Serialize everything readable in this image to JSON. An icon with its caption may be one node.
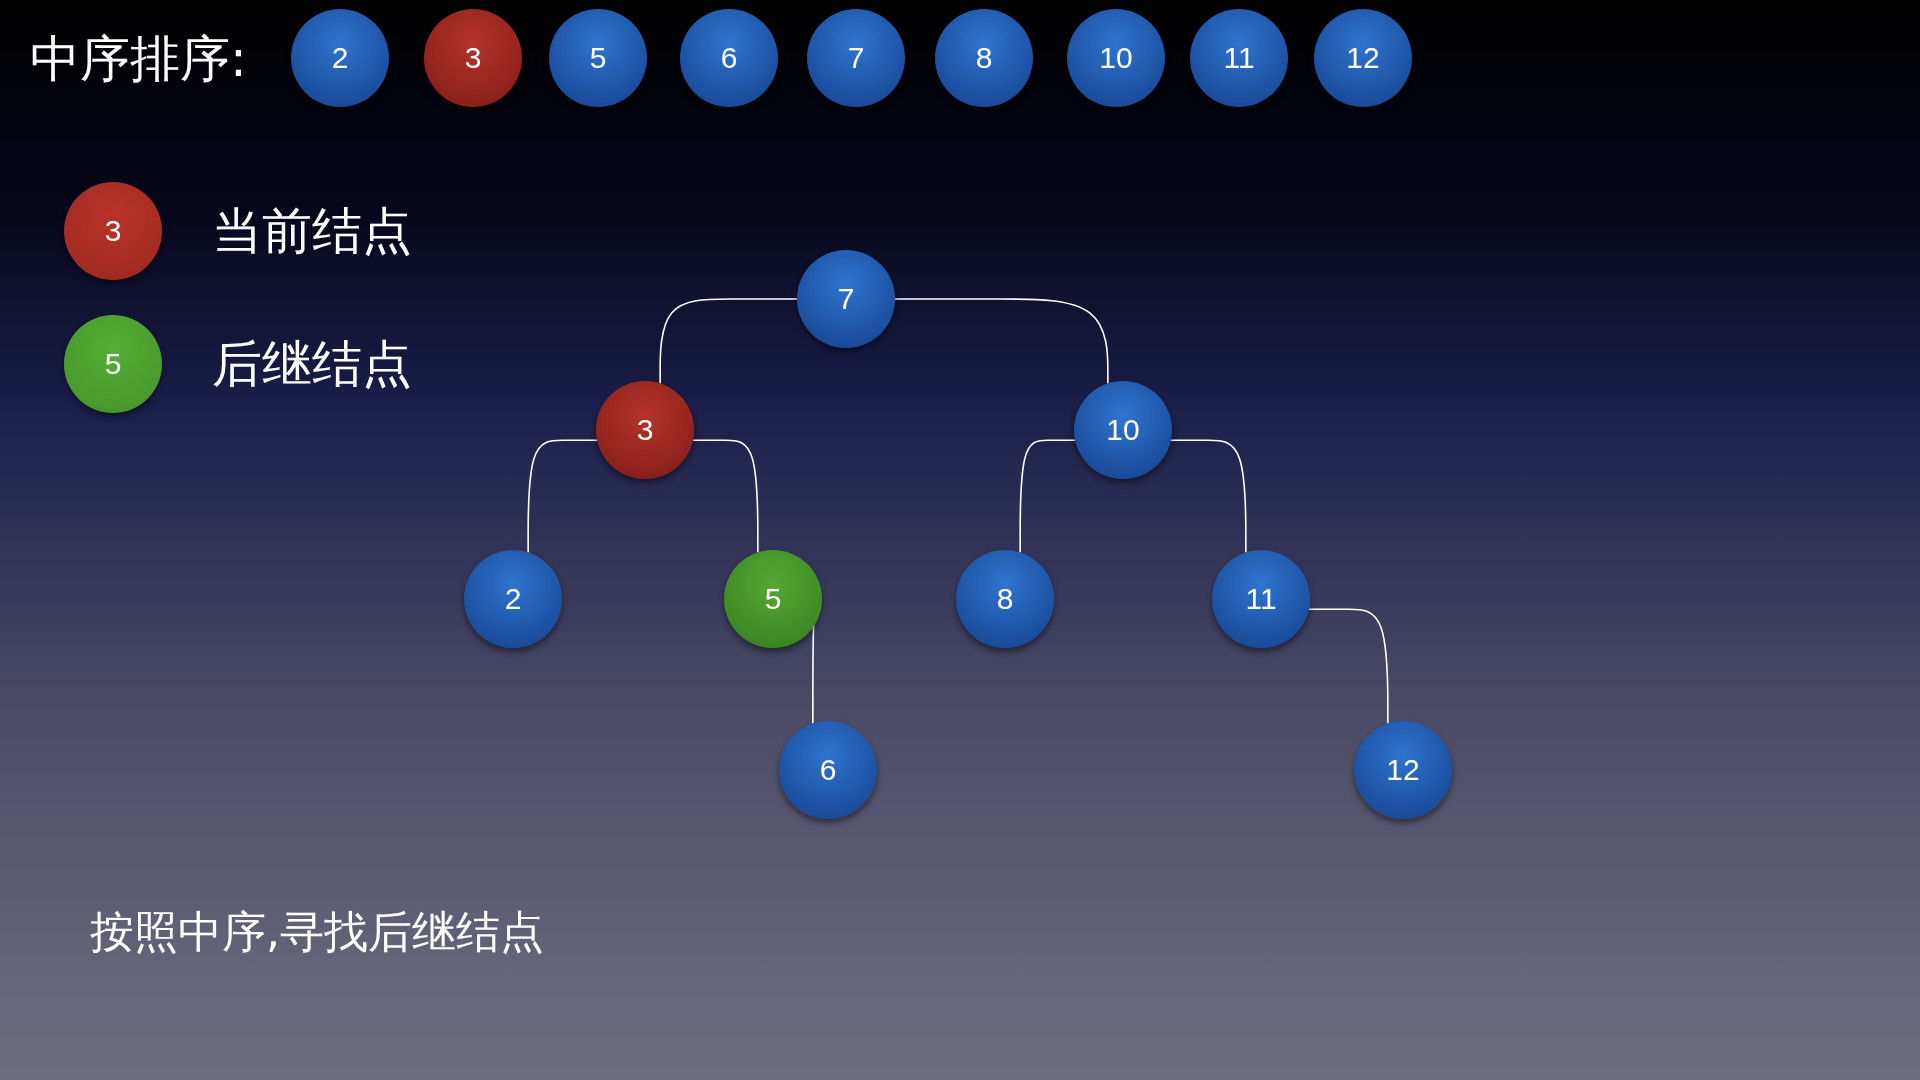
{
  "diagram": {
    "title": "中序排序:",
    "caption": "按照中序,寻找后继结点",
    "nodes": [
      {
        "text": [
          "2"
        ]
      },
      {
        "text": [
          "3"
        ]
      },
      {
        "text": [
          "5"
        ]
      },
      {
        "text": [
          "6"
        ]
      },
      {
        "text": [
          "7"
        ]
      },
      {
        "text": [
          "8"
        ]
      },
      {
        "text": [
          "10"
        ]
      },
      {
        "text": [
          "11"
        ]
      },
      {
        "text": [
          "12"
        ]
      },
      {
        "text": [
          "7"
        ]
      },
      {
        "text": [
          "3"
        ]
      },
      {
        "text": [
          "10"
        ]
      },
      {
        "text": [
          "2"
        ]
      },
      {
        "text": [
          "5"
        ]
      },
      {
        "text": [
          "8"
        ]
      },
      {
        "text": [
          "11"
        ]
      },
      {
        "text": [
          "6"
        ]
      },
      {
        "text": [
          "12"
        ]
      }
    ],
    "edges": [
      {
        "from": 9,
        "to": 10,
        "arrow": "none"
      },
      {
        "from": 9,
        "to": 11,
        "arrow": "none"
      },
      {
        "from": 10,
        "to": 12,
        "arrow": "none"
      },
      {
        "from": 10,
        "to": 13,
        "arrow": "none"
      },
      {
        "from": 11,
        "to": 14,
        "arrow": "none"
      },
      {
        "from": 11,
        "to": 15,
        "arrow": "none"
      },
      {
        "from": 13,
        "to": 16,
        "arrow": "none"
      },
      {
        "from": 15,
        "to": 17,
        "arrow": "none"
      }
    ],
    "labels": [
      "3",
      "5"
    ],
    "legend": [
      {
        "text": "当前结点",
        "color": "#a32c24"
      },
      {
        "text": "后继结点",
        "color": "#4a9a2e"
      }
    ]
  }
}
